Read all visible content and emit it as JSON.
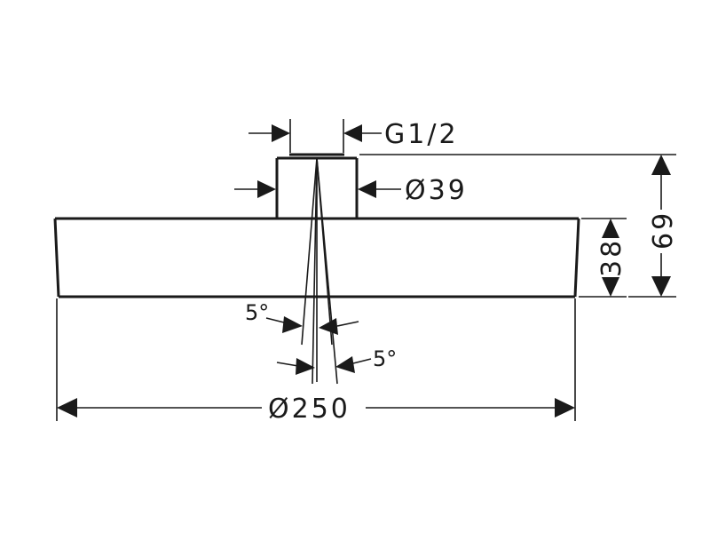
{
  "drawing": {
    "dim_thread": "G1/2",
    "dim_neck_diameter": "Ø39",
    "dim_head_diameter": "Ø250",
    "dim_head_height": "38",
    "dim_total_height": "69",
    "angle_left": "5°",
    "angle_right": "5°"
  },
  "colors": {
    "line": "#1a1a1a",
    "background": "#ffffff"
  }
}
